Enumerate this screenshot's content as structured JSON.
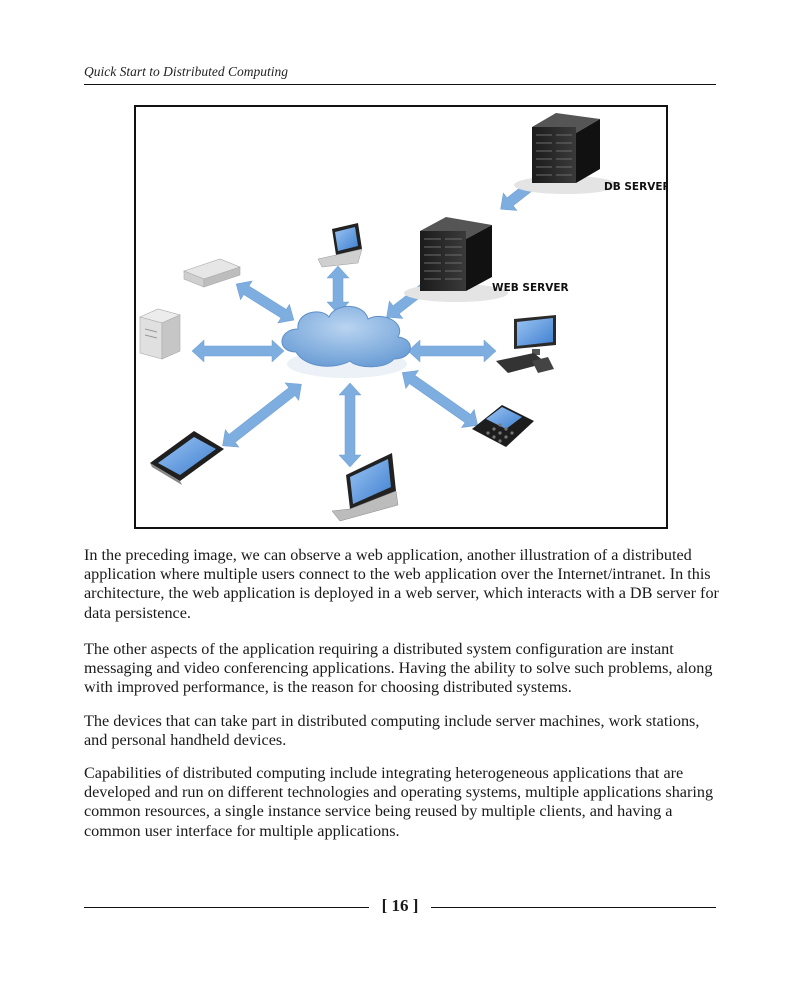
{
  "header": {
    "title": "Quick Start to Distributed Computing"
  },
  "figure": {
    "labels": {
      "db_server": "DB SERVER",
      "web_server": "WEB SERVER"
    }
  },
  "paragraphs": [
    "In the preceding image, we can observe a web application, another illustration of a distributed application where multiple users connect to the web application over the Internet/intranet. In this architecture, the web application is deployed in a web server, which interacts with a DB server for data persistence.",
    "The other aspects of the application requiring a distributed system configuration are instant messaging and video conferencing applications. Having the ability to solve such problems, along with improved performance, is the reason for choosing distributed systems.",
    "The devices that can take part in distributed computing include server machines, work stations, and personal handheld devices.",
    "Capabilities of distributed computing include integrating heterogeneous applications that are developed and run on different technologies and operating systems, multiple applications sharing common resources, a single instance service being reused by multiple clients, and having a common user interface for multiple applications."
  ],
  "footer": {
    "page_number": "[ 16 ]"
  }
}
